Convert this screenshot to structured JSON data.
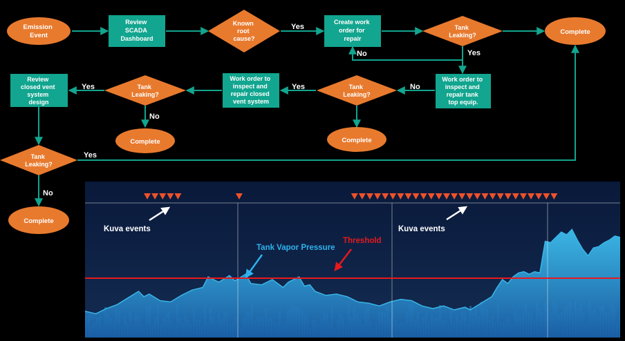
{
  "flowchart": {
    "colors": {
      "background": "#000000",
      "oval": "#E87A2E",
      "diamond": "#E87A2E",
      "box": "#12A58F",
      "connector": "#12A58F",
      "node_text": "#FFFFFF"
    },
    "nodes": {
      "emission_event": [
        "Emission",
        "Event"
      ],
      "review_scada": [
        "Review",
        "SCADA",
        "Dashboard"
      ],
      "known_root_cause": [
        "Known",
        "root",
        "cause?"
      ],
      "create_work_order": [
        "Create work",
        "order for",
        "repair"
      ],
      "tank_leaking_top": [
        "Tank",
        "Leaking?"
      ],
      "complete_top": [
        "Complete"
      ],
      "work_order_tank_top": [
        "Work order to",
        "inspect and",
        "repair tank",
        "top equip."
      ],
      "tank_leaking_mid_right": [
        "Tank",
        "Leaking?"
      ],
      "complete_mid_right": [
        "Complete"
      ],
      "work_order_closed_vent": [
        "Work order to",
        "inspect and",
        "repair closed",
        "vent system"
      ],
      "tank_leaking_mid_left": [
        "Tank",
        "Leaking?"
      ],
      "complete_mid_left": [
        "Complete"
      ],
      "review_closed_vent": [
        "Review",
        "closed vent",
        "system",
        "design"
      ],
      "tank_leaking_bottom": [
        "Tank",
        "Leaking?"
      ],
      "complete_bottom": [
        "Complete"
      ]
    },
    "edge_labels": {
      "yes_known_root": "Yes",
      "no_top": "No",
      "yes_top": "Yes",
      "no_mid_right": "No",
      "yes_mid_right": "Yes",
      "yes_mid_left": "Yes",
      "no_mid_left": "No",
      "yes_bottom": "Yes",
      "no_bottom": "No"
    }
  },
  "chart_data": {
    "type": "area",
    "x_range": [
      0,
      100
    ],
    "y_range": [
      0,
      100
    ],
    "threshold": 45,
    "series": [
      {
        "name": "Tank Vapor Pressure",
        "color": "#39B5E8",
        "points": [
          [
            0,
            20
          ],
          [
            2,
            18
          ],
          [
            4,
            22
          ],
          [
            6,
            25
          ],
          [
            8,
            30
          ],
          [
            10,
            35
          ],
          [
            11,
            31
          ],
          [
            12,
            33
          ],
          [
            14,
            28
          ],
          [
            16,
            27
          ],
          [
            18,
            32
          ],
          [
            20,
            36
          ],
          [
            22,
            38
          ],
          [
            23,
            46
          ],
          [
            25,
            42
          ],
          [
            27,
            47
          ],
          [
            28,
            43
          ],
          [
            30,
            48
          ],
          [
            31,
            41
          ],
          [
            33,
            40
          ],
          [
            35,
            44
          ],
          [
            37,
            38
          ],
          [
            38,
            42
          ],
          [
            40,
            46
          ],
          [
            41,
            39
          ],
          [
            42,
            40
          ],
          [
            43,
            35
          ],
          [
            45,
            32
          ],
          [
            47,
            33
          ],
          [
            49,
            31
          ],
          [
            51,
            27
          ],
          [
            53,
            26
          ],
          [
            55,
            24
          ],
          [
            57,
            27
          ],
          [
            59,
            29
          ],
          [
            61,
            28
          ],
          [
            63,
            24
          ],
          [
            65,
            22
          ],
          [
            67,
            24
          ],
          [
            69,
            21
          ],
          [
            71,
            23
          ],
          [
            72,
            21
          ],
          [
            74,
            26
          ],
          [
            76,
            31
          ],
          [
            77,
            38
          ],
          [
            78,
            44
          ],
          [
            79,
            41
          ],
          [
            80,
            46
          ],
          [
            81,
            49
          ],
          [
            82,
            50
          ],
          [
            83,
            48
          ],
          [
            84,
            50
          ],
          [
            85,
            49
          ],
          [
            86,
            73
          ],
          [
            87,
            72
          ],
          [
            88,
            76
          ],
          [
            89,
            80
          ],
          [
            90,
            78
          ],
          [
            91,
            82
          ],
          [
            92,
            74
          ],
          [
            93,
            67
          ],
          [
            94,
            62
          ],
          [
            95,
            68
          ],
          [
            96,
            69
          ],
          [
            97,
            72
          ],
          [
            98,
            74
          ],
          [
            99,
            77
          ],
          [
            100,
            76
          ]
        ]
      }
    ],
    "event_markers": [
      {
        "x": 14.5,
        "count": 5
      },
      {
        "x": 28.8,
        "count": 1
      },
      {
        "x": 69.0,
        "count": 27
      }
    ],
    "annotations": {
      "kuva_events_left": "Kuva events",
      "kuva_events_right": "Kuva events",
      "tank_vapor_pressure": "Tank Vapor Pressure",
      "threshold": "Threshold"
    },
    "colors": {
      "panel_top": "#09193A",
      "panel_bottom": "#142C52",
      "area_top": "#3FC3F2",
      "area_bottom": "#1A5FA6",
      "bar_fill": "#1E6CB8",
      "threshold": "#E8191C",
      "marker": "#F0512A",
      "annotation_arrow": "#FFFFFF",
      "pressure_label": "#2FB2EE",
      "threshold_label": "#E8191C"
    }
  }
}
